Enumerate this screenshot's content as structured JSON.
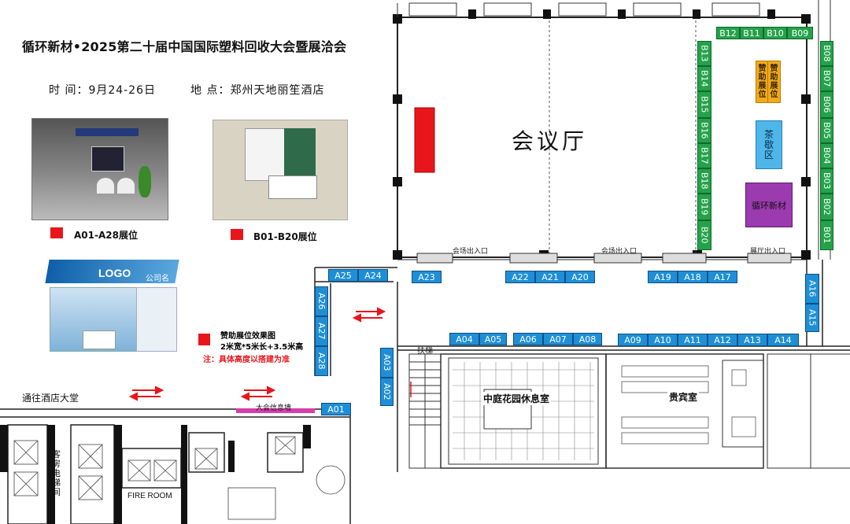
{
  "header": {
    "title": "循环新材•2025第二十届中国国际塑料回收大会暨展洽会",
    "time_label": "时 间：9月24-26日",
    "place_label": "地 点：郑州天地丽笙酒店"
  },
  "legend": {
    "a_label": "A01-A28展位",
    "b_label": "B01-B20展位",
    "sponsor_title": "赞助展位效果图",
    "sponsor_size": "2米宽*5米长+3.5米高",
    "sponsor_note": "注：具体高度以搭建为准",
    "swatch_color": "#e8161b"
  },
  "previews": {
    "logo_text": "LOGO",
    "company_text": "公司名"
  },
  "rooms": {
    "conference": "会议厅",
    "tea_area": "茶\n歇\n区",
    "brand_booth": "循环新材",
    "garden_lounge": "中庭花园休息室",
    "vip_room": "贵宾室",
    "to_lobby": "通往酒店大堂",
    "info_wall": "大会信息墙",
    "guest_elevator": "客\n房\n电\n梯\n间",
    "fire_room": "FIRE ROOM",
    "stairs": "扶梯",
    "entrance_1": "会场出入口",
    "entrance_2": "会场出入口",
    "entrance_3": "展厅出入口",
    "sponsor_1": "赞\n助\n展\n位",
    "sponsor_2": "赞\n助\n展\n位"
  },
  "colors": {
    "a_booth": "#1e8fd6",
    "b_booth": "#24a24a",
    "sponsor": "#f2a91a",
    "brand": "#9c3ab0",
    "tea": "#4fb6ea",
    "stage": "#e8161b"
  },
  "booths_a": [
    "A01",
    "A02",
    "A03",
    "A04",
    "A05",
    "A06",
    "A07",
    "A08",
    "A09",
    "A10",
    "A11",
    "A12",
    "A13",
    "A14",
    "A15",
    "A16",
    "A17",
    "A18",
    "A19",
    "A20",
    "A21",
    "A22",
    "A23",
    "A24",
    "A25",
    "A26",
    "A27",
    "A28"
  ],
  "booths_b": [
    "B01",
    "B02",
    "B03",
    "B04",
    "B05",
    "B06",
    "B07",
    "B08",
    "B09",
    "B10",
    "B11",
    "B12",
    "B13",
    "B14",
    "B15",
    "B16",
    "B17",
    "B18",
    "B19",
    "B20"
  ]
}
